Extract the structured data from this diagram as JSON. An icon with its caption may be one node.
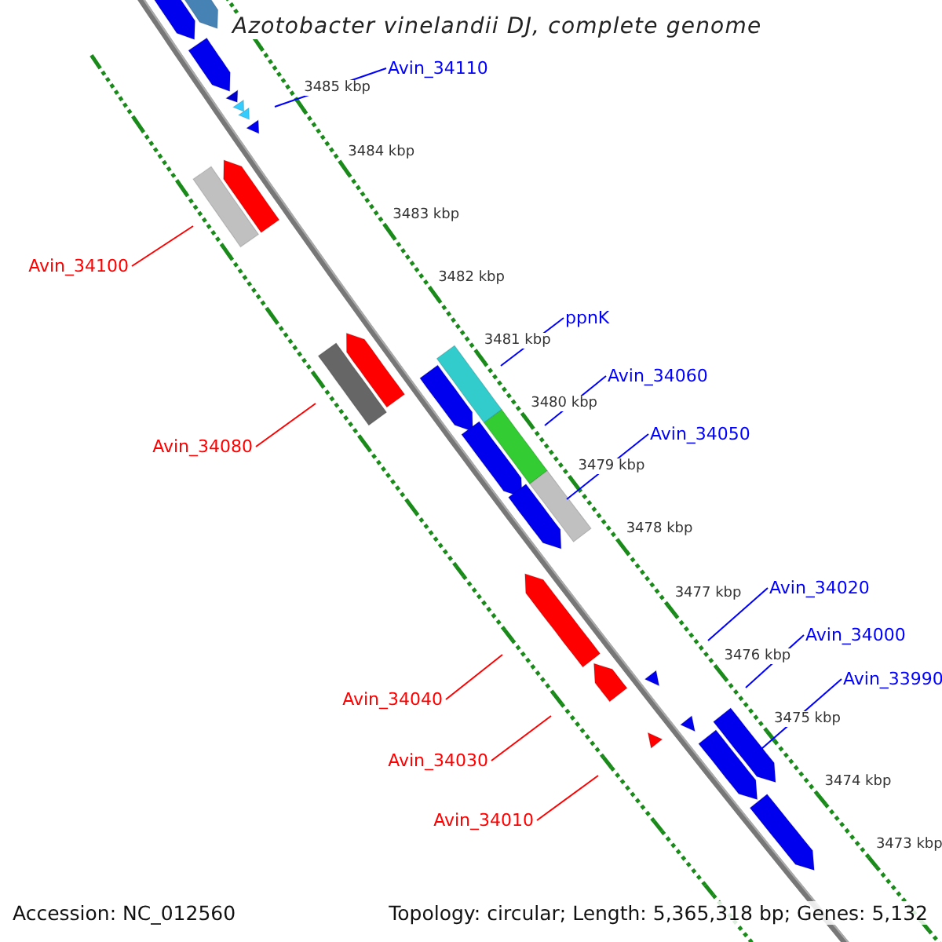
{
  "diagram": {
    "title": "Azotobacter vinelandii DJ, complete genome",
    "nodes": [
      {
        "text": [
          "Avin_34110"
        ]
      },
      {
        "text": [
          "Avin_34100"
        ]
      },
      {
        "text": [
          "ppnK"
        ]
      },
      {
        "text": [
          "Avin_34060"
        ]
      },
      {
        "text": [
          "Avin_34050"
        ]
      },
      {
        "text": [
          "Avin_34080"
        ]
      },
      {
        "text": [
          "Avin_34020"
        ]
      },
      {
        "text": [
          "Avin_34000"
        ]
      },
      {
        "text": [
          "Avin_33990"
        ]
      },
      {
        "text": [
          "Avin_34040"
        ]
      },
      {
        "text": [
          "Avin_34030"
        ]
      },
      {
        "text": [
          "Avin_34010"
        ]
      }
    ],
    "edges": [
      {
        "from": 0,
        "to": null,
        "arrow": "none"
      },
      {
        "from": 1,
        "to": null,
        "arrow": "none",
        "color": "#ff0000"
      },
      {
        "from": 2,
        "to": null,
        "arrow": "none"
      },
      {
        "from": 3,
        "to": null,
        "arrow": "none"
      },
      {
        "from": 4,
        "to": null,
        "arrow": "none"
      },
      {
        "from": 5,
        "to": null,
        "arrow": "none",
        "color": "#ff0000"
      },
      {
        "from": 6,
        "to": null,
        "arrow": "none"
      },
      {
        "from": 7,
        "to": null,
        "arrow": "none"
      },
      {
        "from": 8,
        "to": null,
        "arrow": "none"
      },
      {
        "from": 9,
        "to": null,
        "arrow": "none",
        "color": "#ff0000"
      },
      {
        "from": 10,
        "to": null,
        "arrow": "none",
        "color": "#ff0000"
      },
      {
        "from": 11,
        "to": null,
        "arrow": "none",
        "color": "#ff0000"
      }
    ],
    "labels": [
      "3485 kbp",
      "3484 kbp",
      "3483 kbp",
      "3482 kbp",
      "3481 kbp",
      "3480 kbp",
      "3479 kbp",
      "3478 kbp",
      "3477 kbp",
      "3476 kbp",
      "3475 kbp",
      "3474 kbp",
      "3473 kbp",
      "Accession: NC_012560",
      "Topology: circular; Length: 5,365,318 bp; Genes: 5,132"
    ]
  }
}
